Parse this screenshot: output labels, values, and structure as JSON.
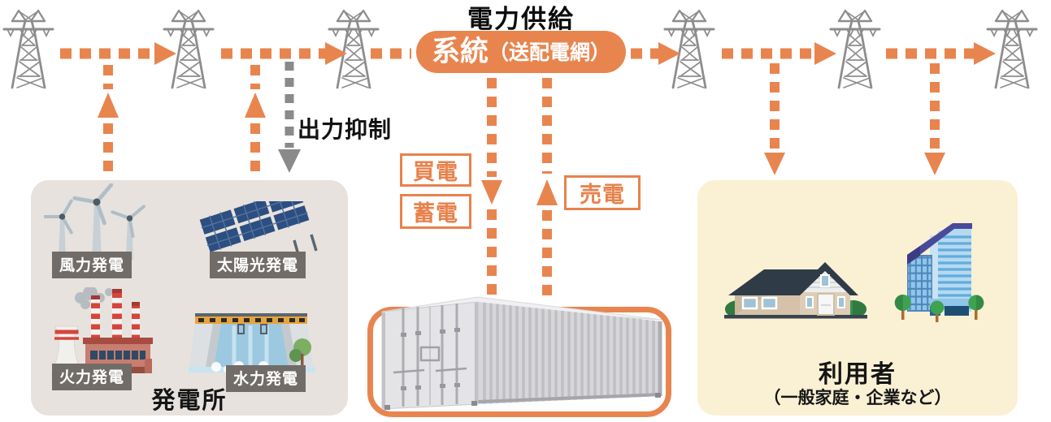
{
  "title": "電力供給",
  "grid_pill": {
    "main": "系統",
    "sub": "（送配電網）"
  },
  "curtailment_label": "出力抑制",
  "flow_labels": {
    "buy": "買電",
    "store": "蓄電",
    "sell": "売電"
  },
  "power_plant_box": {
    "title": "発電所",
    "items": [
      {
        "label": "風力発電",
        "icon": "wind-turbine-icon"
      },
      {
        "label": "太陽光発電",
        "icon": "solar-panel-icon"
      },
      {
        "label": "火力発電",
        "icon": "thermal-plant-icon"
      },
      {
        "label": "水力発電",
        "icon": "hydro-dam-icon"
      }
    ]
  },
  "storage": {
    "icon": "battery-container-icon"
  },
  "users_box": {
    "title": "利用者",
    "subtitle": "（一般家庭・企業など）",
    "icons": [
      "house-icon",
      "office-building-icon"
    ]
  },
  "icons": [
    "transmission-tower-icon",
    "dashed-arrow",
    "battery-container-icon"
  ],
  "colors": {
    "accent_orange": "#E8854F",
    "label_border_orange": "#E8824C",
    "curtailment_gray": "#8A8A8A",
    "tower_gray": "#8D8D8D",
    "plant_box_bg": "#E7E2DE",
    "users_box_bg": "#FAF0D4",
    "chip_bg": "#716C68",
    "title_black": "#0D0D0D"
  }
}
